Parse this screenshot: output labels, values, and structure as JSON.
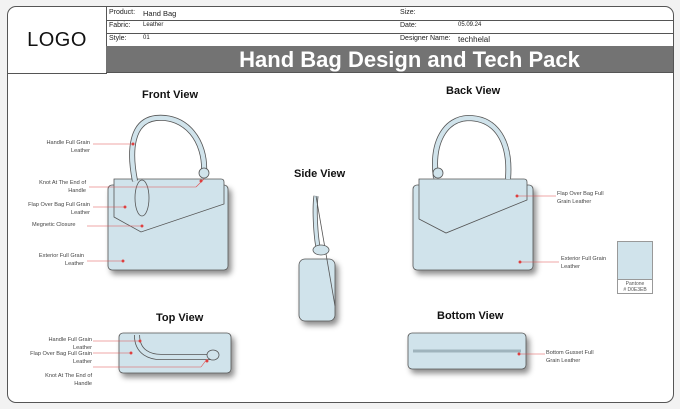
{
  "header": {
    "logo": "LOGO",
    "title": "Hand Bag Design and Tech Pack",
    "fields": [
      {
        "label": "Product:",
        "value": "Hand Bag"
      },
      {
        "label": "Fabric:",
        "value": "Leather"
      },
      {
        "label": "Style:",
        "value": "01"
      },
      {
        "label": "Size:",
        "value": ""
      },
      {
        "label": "Date:",
        "value": "05.09.24"
      },
      {
        "label": "Designer Name:",
        "value": "techhelal"
      }
    ]
  },
  "views": {
    "front": {
      "title": "Front View",
      "callouts": [
        "Handle Full Grain Leather",
        "Knot At The End of Handle",
        "Flap Over Bag Full Grain Leather",
        "Megnetic Closure",
        "Exterior Full Grain Leather"
      ]
    },
    "side": {
      "title": "Side View"
    },
    "back": {
      "title": "Back View",
      "callouts": [
        "Flap Over Bag Full Grain Leather",
        "Exterior Full Grain Leather"
      ]
    },
    "top": {
      "title": "Top View",
      "callouts": [
        "Handle Full Grain Leather",
        "Flap Over Bag Full Grain Leather",
        "Knot At The End of Handle"
      ]
    },
    "bottom": {
      "title": "Bottom View",
      "callouts": [
        "Bottom Gusset Full Grain Leather"
      ]
    }
  },
  "swatch": {
    "label": "Pantone",
    "code": "# D0E3EB",
    "color": "#d0e3eb"
  },
  "colors": {
    "banner": "#737373",
    "bag_fill": "#d0e3eb",
    "callout_line": "#e05050"
  }
}
